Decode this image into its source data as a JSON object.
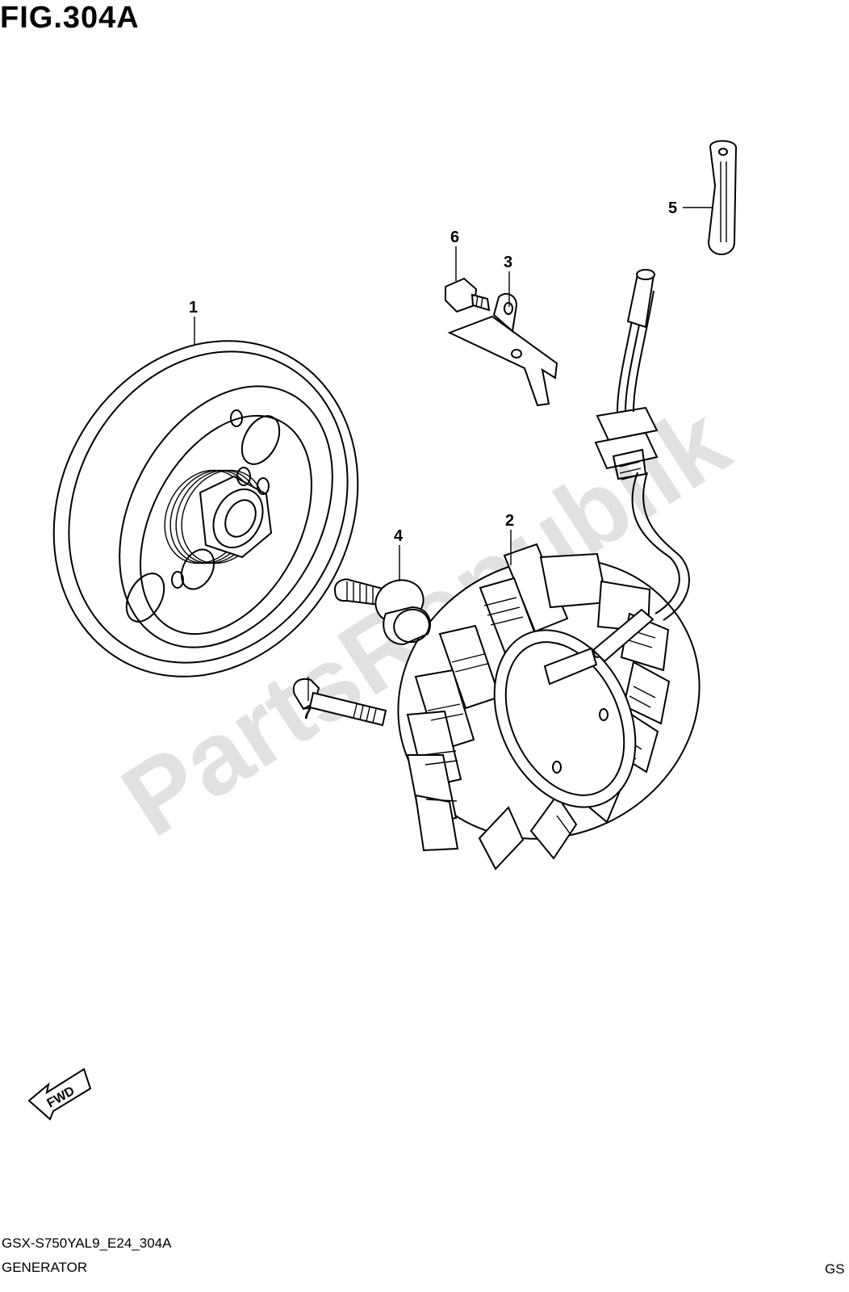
{
  "figure": {
    "title": "FIG.304A",
    "code": "GSX-S750YAL9_E24_304A",
    "name": "GENERATOR",
    "corner_mark": "GS",
    "fwd_label": "FWD",
    "watermark": "PartsRepublik"
  },
  "callouts": [
    {
      "id": "1"
    },
    {
      "id": "2"
    },
    {
      "id": "3"
    },
    {
      "id": "4"
    },
    {
      "id": "5"
    },
    {
      "id": "6"
    },
    {
      "id": "7"
    }
  ]
}
